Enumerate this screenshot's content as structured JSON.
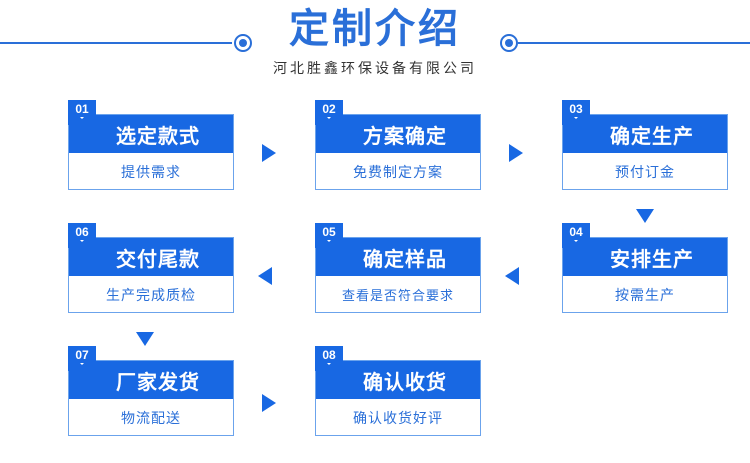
{
  "header": {
    "title": "定制介绍",
    "subtitle": "河北胜鑫环保设备有限公司",
    "accent_color": "#2a6fd8",
    "divider_dot_icon": "ring-dot-icon"
  },
  "colors": {
    "header_band": "#1868e3",
    "box_border": "#6ba3ec",
    "body_text": "#2a6fd8",
    "badge_bg": "#1868e3",
    "badge_text": "#ffffff",
    "arrow": "#1868e3",
    "subtitle_text": "#333333",
    "background": "#ffffff"
  },
  "flow": {
    "rows": [
      {
        "direction": "right",
        "steps": [
          {
            "number": "01",
            "title": "选定款式",
            "desc": "提供需求"
          },
          {
            "number": "02",
            "title": "方案确定",
            "desc": "免费制定方案"
          },
          {
            "number": "03",
            "title": "确定生产",
            "desc": "预付订金"
          }
        ],
        "arrows": [
          "arrow-right-01-02",
          "arrow-right-02-03"
        ]
      },
      {
        "direction": "left",
        "steps": [
          {
            "number": "06",
            "title": "交付尾款",
            "desc": "生产完成质检"
          },
          {
            "number": "05",
            "title": "确定样品",
            "desc": "查看是否符合要求"
          },
          {
            "number": "04",
            "title": "安排生产",
            "desc": "按需生产"
          }
        ],
        "arrows": [
          "arrow-left-05-06",
          "arrow-left-04-05"
        ]
      },
      {
        "direction": "right",
        "steps": [
          {
            "number": "07",
            "title": "厂家发货",
            "desc": "物流配送"
          },
          {
            "number": "08",
            "title": "确认收货",
            "desc": "确认收货好评"
          }
        ],
        "arrows": [
          "arrow-right-07-08"
        ]
      }
    ],
    "vertical_arrows": [
      {
        "name": "arrow-down-03-04",
        "from": "03",
        "to": "04"
      },
      {
        "name": "arrow-down-06-07",
        "from": "06",
        "to": "07"
      }
    ]
  }
}
